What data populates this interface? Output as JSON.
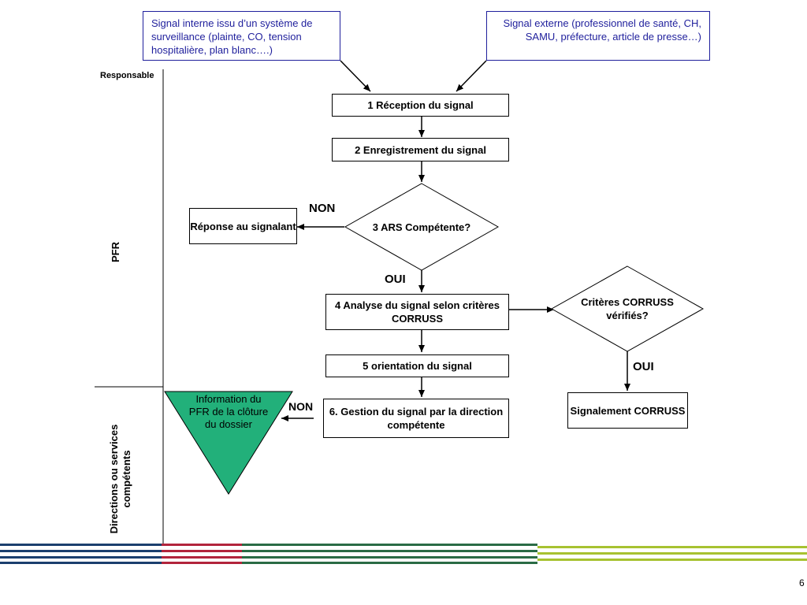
{
  "sources": {
    "internal": "Signal interne issu d’un système de surveillance (plainte, CO, tension hospitalière, plan blanc….)",
    "external": "Signal externe (professionnel de santé, CH, SAMU, préfecture, article de presse…)"
  },
  "lanes": {
    "header": "Responsable",
    "pfr": "PFR",
    "directions": "Directions ou services compétents"
  },
  "steps": {
    "s1": "1 Réception du signal",
    "s2": "2 Enregistrement du signal",
    "s3": "3 ARS Compétente?",
    "s4": "4 Analyse du signal selon critères CORRUSS",
    "s5": "5 orientation du signal",
    "s6": "6. Gestion du signal par la direction compétente",
    "reponse": "Réponse au signalant",
    "criteres": "Critères CORRUSS vérifiés?",
    "signalement": "Signalement CORRUSS",
    "info": "Information du PFR de la clôture du dossier"
  },
  "labels": {
    "non1": "NON",
    "oui1": "OUI",
    "oui2": "OUI",
    "non2": "NON"
  },
  "footer": {
    "page_number": "6"
  },
  "colors": {
    "source_border": "#1f1f9c",
    "triangle_fill": "#22b07a",
    "stripe_navy": "#1b3f6e",
    "stripe_red": "#b2243c",
    "stripe_green": "#2a6b45",
    "stripe_lime": "#a7c231"
  }
}
